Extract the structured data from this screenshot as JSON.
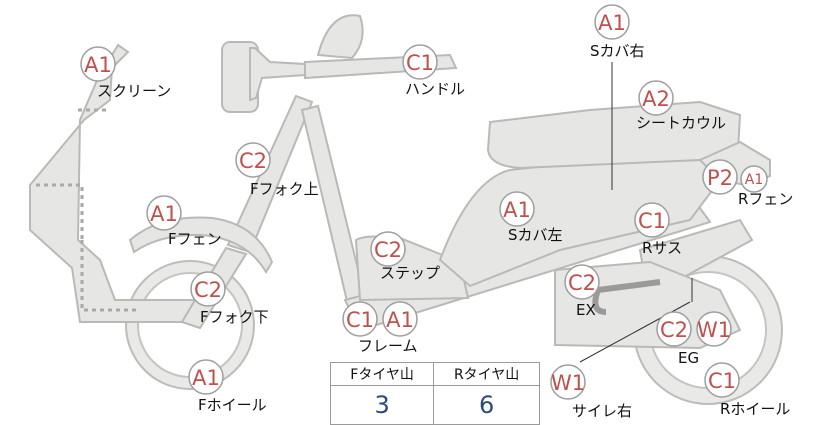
{
  "colors": {
    "code": "#c0504d",
    "part_fill": "#e6e6e4",
    "part_stroke": "#b9b9b6",
    "tread_value": "#2e4a7a"
  },
  "parts": {
    "screen": {
      "code": "A1",
      "label": "スクリーン"
    },
    "handle": {
      "code": "C1",
      "label": "ハンドル"
    },
    "side_cover_r": {
      "code": "A1",
      "label": "Sカバ右"
    },
    "seat_cowl": {
      "code": "A2",
      "label": "シートカウル"
    },
    "fork_upper": {
      "code": "C2",
      "label": "Fフォク上"
    },
    "front_fender": {
      "code": "A1",
      "label": "Fフェン"
    },
    "rear_fender": {
      "code": "P2",
      "code2": "A1",
      "label": "Rフェン"
    },
    "side_cover_l": {
      "code": "A1",
      "label": "Sカバ左"
    },
    "rear_susp": {
      "code": "C1",
      "label": "Rサス"
    },
    "step": {
      "code": "C2",
      "label": "ステップ"
    },
    "fork_lower": {
      "code": "C2",
      "label": "Fフォク下"
    },
    "exhaust": {
      "code": "C2",
      "label": "EX"
    },
    "frame": {
      "code": "C1",
      "code2": "A1",
      "label": "フレーム"
    },
    "engine": {
      "code": "C2",
      "code2": "W1",
      "label": "EG"
    },
    "front_wheel": {
      "code": "A1",
      "label": "Fホイール"
    },
    "muffler_r": {
      "code": "W1",
      "label": "サイレ右"
    },
    "rear_wheel": {
      "code": "C1",
      "label": "Rホイール"
    }
  },
  "tread": {
    "front_header": "Fタイヤ山",
    "rear_header": "Rタイヤ山",
    "front_value": "3",
    "rear_value": "6"
  }
}
